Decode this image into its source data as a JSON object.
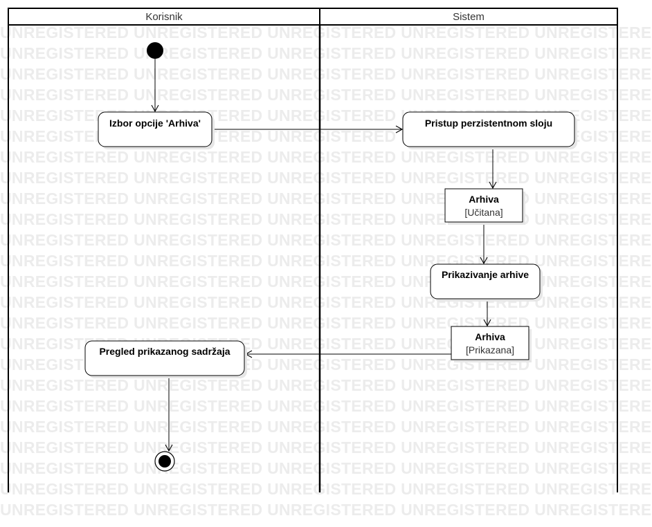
{
  "watermark": {
    "text": "UNREGISTERED UNREGISTERED UNREGISTERED UNREGISTERED UNREGISTERED"
  },
  "lanes": {
    "left": {
      "title": "Korisnik"
    },
    "right": {
      "title": "Sistem"
    }
  },
  "actions": {
    "izbor": {
      "label": "Izbor opcije 'Arhiva'"
    },
    "pristup": {
      "label": "Pristup perzistentnom sloju"
    },
    "prikazivanje": {
      "label": "Prikazivanje arhive"
    },
    "pregled": {
      "label": "Pregled prikazanog sadržaja"
    }
  },
  "objects": {
    "arhiva_ucitana": {
      "name": "Arhiva",
      "state": "[Učitana]"
    },
    "arhiva_prikazana": {
      "name": "Arhiva",
      "state": "[Prikazana]"
    }
  },
  "colors": {
    "line": "#000000",
    "node_fill": "#ffffff",
    "shadow": "#e6e6e6",
    "watermark": "#ececec"
  }
}
